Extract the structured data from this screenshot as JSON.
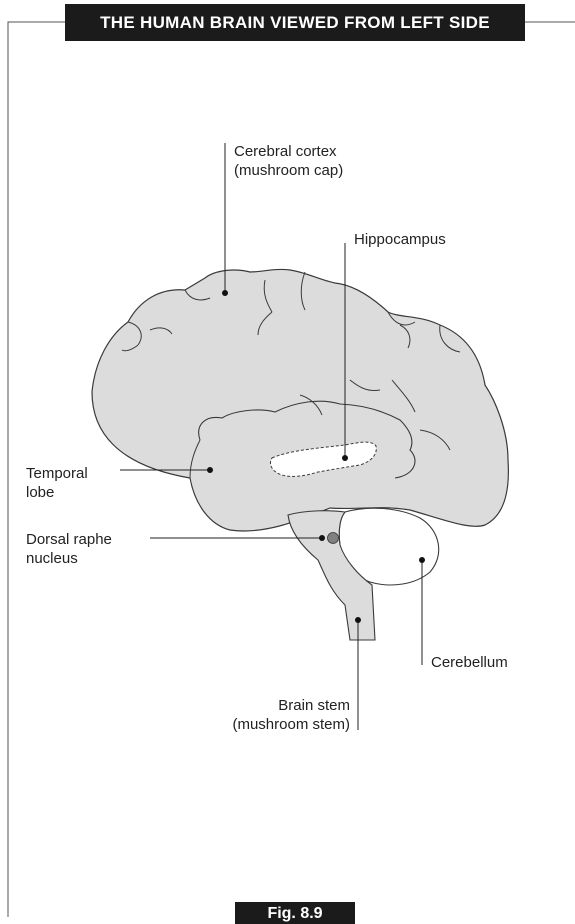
{
  "title": "THE HUMAN BRAIN VIEWED FROM LEFT SIDE",
  "figure_label": "Fig. 8.9",
  "colors": {
    "brain_fill": "#dcdcdc",
    "outline": "#3a3a3a",
    "title_bg": "#1b1b1b",
    "nucleus_dot": "#808080"
  },
  "labels": {
    "cerebral_cortex": "Cerebral cortex\n(mushroom cap)",
    "hippocampus": "Hippocampus",
    "temporal_lobe": "Temporal\nlobe",
    "dorsal_raphe": "Dorsal raphe\nnucleus",
    "cerebellum": "Cerebellum",
    "brain_stem": "Brain stem\n(mushroom stem)"
  }
}
